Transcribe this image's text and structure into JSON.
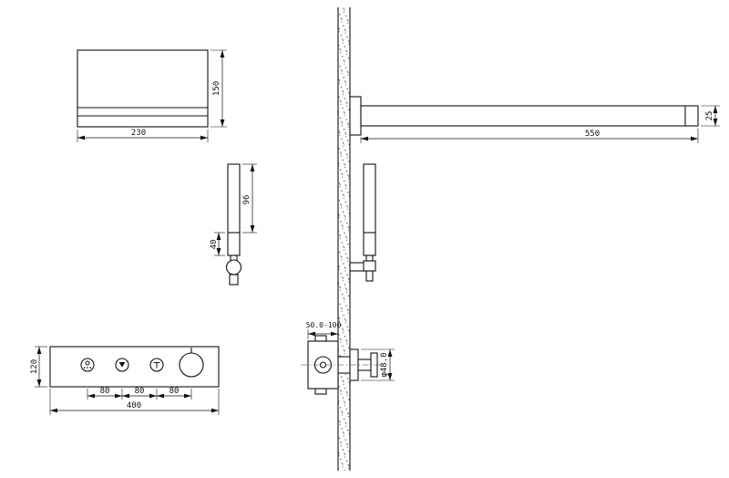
{
  "drawing": {
    "title": "shower-system-installation-dimensions",
    "background_color": "#ffffff",
    "line_color": "#111111",
    "views": {
      "overhead_shower_front": {
        "label": "rectangular rain shower head - front view",
        "width": "230",
        "height": "150"
      },
      "hand_shower_front": {
        "label": "hand shower on holder - front view",
        "handle_length": "96",
        "head_length": "40"
      },
      "control_panel_front": {
        "label": "thermostatic control panel - front view",
        "height": "120",
        "width": "400",
        "button_spacing": [
          "80",
          "80",
          "80"
        ],
        "icons": [
          "rain-shower-icon",
          "drop-icon",
          "spout-icon",
          "temperature-knob"
        ]
      },
      "shower_arm_side": {
        "label": "wall mounted shower arm - side view",
        "length": "550",
        "thickness": "25"
      },
      "hand_shower_side": {
        "label": "hand shower on wall bracket - side view"
      },
      "mixer_valve_side": {
        "label": "in-wall mixer valve - side view",
        "embed_depth": "50.0-100",
        "trim_diameter": "φ48.0"
      },
      "wall_section": {
        "label": "wall section with hatch"
      }
    }
  }
}
